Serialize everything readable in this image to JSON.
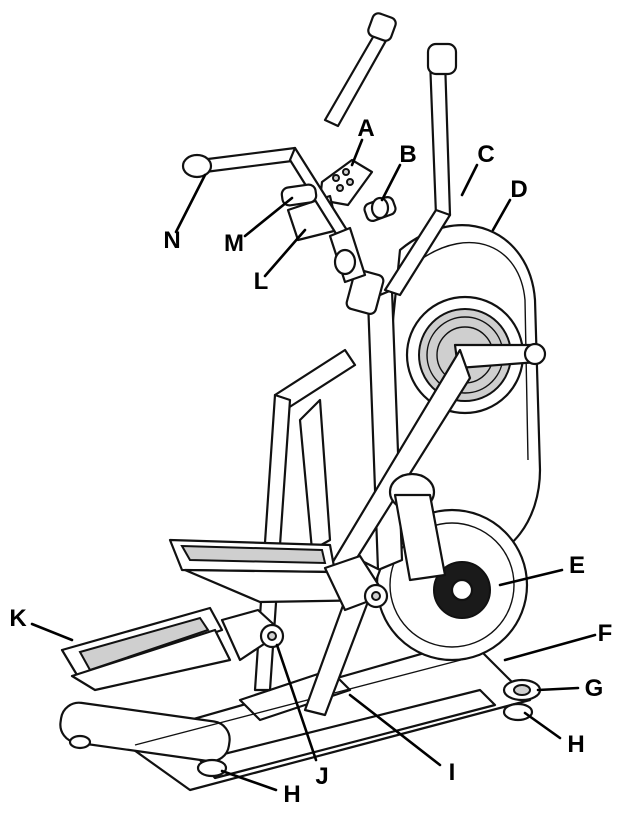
{
  "callouts": {
    "a": "A",
    "b": "B",
    "c": "C",
    "d": "D",
    "e": "E",
    "f": "F",
    "g": "G",
    "h1": "H",
    "h2": "H",
    "i": "I",
    "j": "J",
    "k": "K",
    "l": "L",
    "m": "M",
    "n": "N"
  }
}
